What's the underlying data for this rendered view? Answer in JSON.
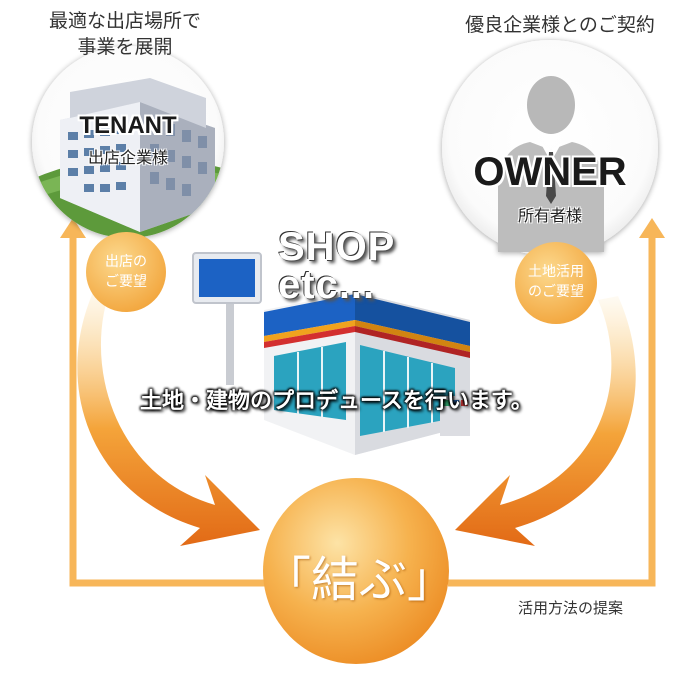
{
  "tenant": {
    "heading": "最適な出店場所で\n事業を展開",
    "role_label": "TENANT",
    "role_sub": "出店企業様",
    "request_badge": "出店の\nご要望"
  },
  "owner": {
    "heading": "優良企業様とのご契約",
    "role_label": "OWNER",
    "role_sub": "所有者様",
    "request_badge": "土地活用\nのご要望"
  },
  "center": {
    "shop_label": "SHOP\netc...",
    "produce_text": "土地・建物のプロデュースを行います。",
    "connect_label": "「結ぶ」",
    "proposal_text": "活用方法の提案"
  },
  "colors": {
    "orange_light": "#fbd58a",
    "orange_mid": "#f4a43a",
    "orange_dark": "#e07a1c",
    "shop_blue": "#1c62c4"
  },
  "icons": {
    "tenant": "office-building-icon",
    "owner": "businessman-silhouette-icon",
    "shop": "convenience-store-icon"
  }
}
